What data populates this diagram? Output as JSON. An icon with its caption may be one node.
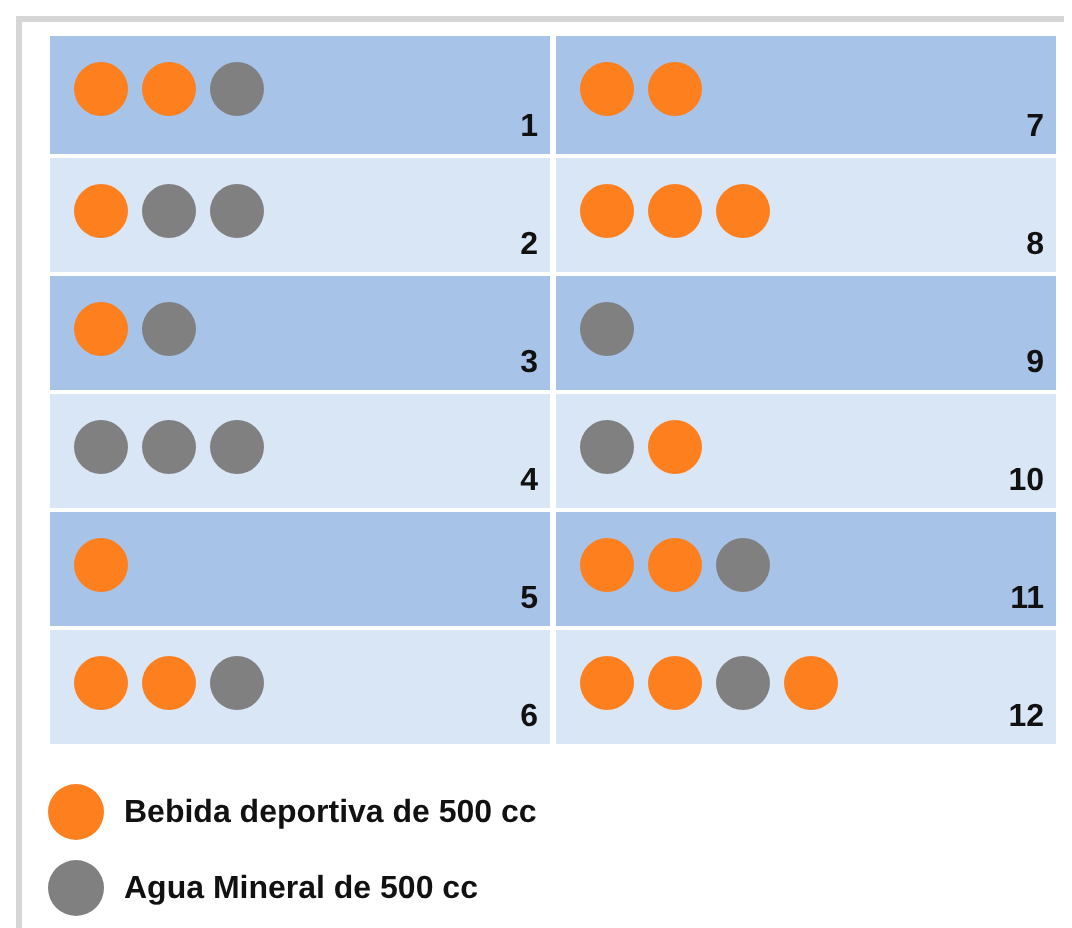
{
  "diagram": {
    "nodes": [
      {
        "text": [
          "1"
        ]
      },
      {
        "text": [],
        "shape": "circle",
        "in": 0
      },
      {
        "text": [],
        "shape": "circle",
        "in": 0
      },
      {
        "text": [],
        "shape": "circle",
        "in": 0
      },
      {
        "text": [
          "2"
        ]
      },
      {
        "text": [],
        "shape": "circle",
        "in": 4
      },
      {
        "text": [],
        "shape": "circle",
        "in": 4
      },
      {
        "text": [],
        "shape": "circle",
        "in": 4
      },
      {
        "text": [
          "3"
        ]
      },
      {
        "text": [],
        "shape": "circle",
        "in": 8
      },
      {
        "text": [],
        "shape": "circle",
        "in": 8
      },
      {
        "text": [
          "4"
        ]
      },
      {
        "text": [],
        "shape": "circle",
        "in": 11
      },
      {
        "text": [],
        "shape": "circle",
        "in": 11
      },
      {
        "text": [],
        "shape": "circle",
        "in": 11
      },
      {
        "text": [
          "5"
        ]
      },
      {
        "text": [],
        "shape": "circle",
        "in": 15
      },
      {
        "text": [
          "6"
        ]
      },
      {
        "text": [],
        "shape": "circle",
        "in": 17
      },
      {
        "text": [],
        "shape": "circle",
        "in": 17
      },
      {
        "text": [],
        "shape": "circle",
        "in": 17
      },
      {
        "text": [
          "7"
        ]
      },
      {
        "text": [],
        "shape": "circle",
        "in": 21
      },
      {
        "text": [],
        "shape": "circle",
        "in": 21
      },
      {
        "text": [
          "8"
        ]
      },
      {
        "text": [],
        "shape": "circle",
        "in": 24
      },
      {
        "text": [],
        "shape": "circle",
        "in": 24
      },
      {
        "text": [],
        "shape": "circle",
        "in": 24
      },
      {
        "text": [
          "9"
        ]
      },
      {
        "text": [],
        "shape": "circle",
        "in": 28
      },
      {
        "text": [
          "10"
        ]
      },
      {
        "text": [],
        "shape": "circle",
        "in": 30
      },
      {
        "text": [],
        "shape": "circle",
        "in": 30
      },
      {
        "text": [
          "11"
        ]
      },
      {
        "text": [],
        "shape": "circle",
        "in": 33
      },
      {
        "text": [],
        "shape": "circle",
        "in": 33
      },
      {
        "text": [],
        "shape": "circle",
        "in": 33
      },
      {
        "text": [
          "12"
        ]
      },
      {
        "text": [],
        "shape": "circle",
        "in": 37
      },
      {
        "text": [],
        "shape": "circle",
        "in": 37
      },
      {
        "text": [],
        "shape": "circle",
        "in": 37
      },
      {
        "text": [],
        "shape": "circle",
        "in": 37
      }
    ],
    "legend": [
      {
        "text": "Bebida deportiva de 500 cc",
        "color": "#fd7f1d"
      },
      {
        "text": "Agua Mineral de 500 cc",
        "color": "#808080"
      }
    ]
  }
}
